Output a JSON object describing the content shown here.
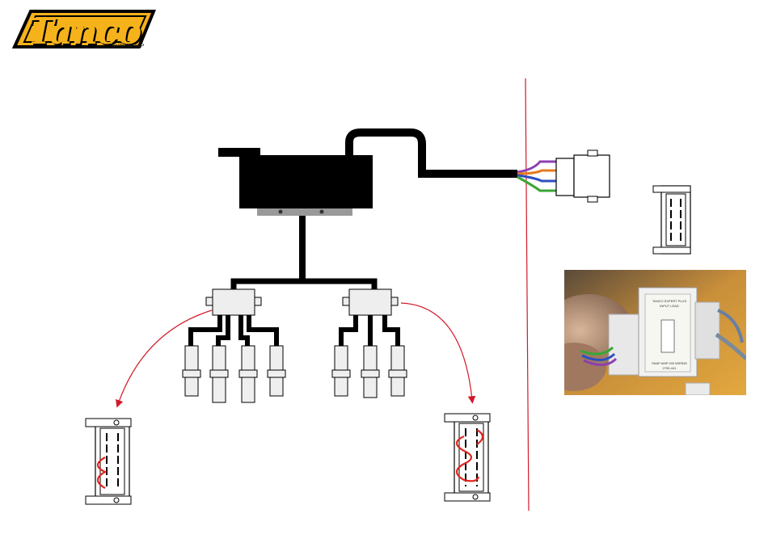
{
  "logo": {
    "brand": "Tanco",
    "subbrand": "AUTOWRAP"
  },
  "photo": {
    "label_lines": [
      "TANCO EXPERT PLUS",
      "INPUT LEAD",
      "SNAP AMP 000 WIRING",
      "2795-441"
    ]
  },
  "colors": {
    "cable": "#000000",
    "divider": "#d21a2a",
    "loop_wire": "#e0251f",
    "wire_purple": "#8b3fb0",
    "wire_orange": "#e67a1e",
    "wire_blue": "#2d4fbf",
    "wire_green": "#3aa635",
    "sensor_fill": "#efefef",
    "accent": "#f5b21a"
  }
}
